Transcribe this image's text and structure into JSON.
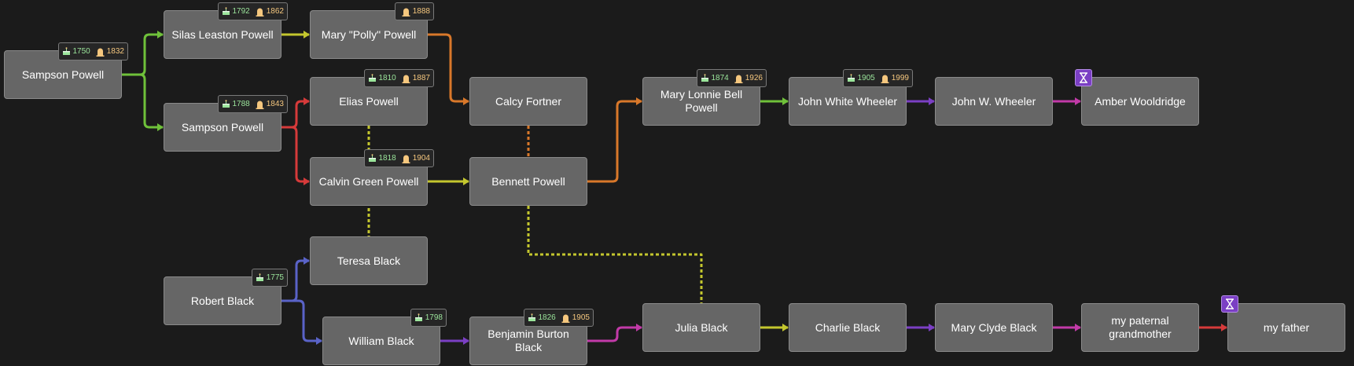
{
  "nodes": [
    {
      "id": "sampson1",
      "name": "Sampson Powell",
      "birth": "1750",
      "death": "1832"
    },
    {
      "id": "silas",
      "name": "Silas Leaston Powell",
      "birth": "1792",
      "death": "1862"
    },
    {
      "id": "mary_polly",
      "name": "Mary \"Polly\" Powell",
      "death": "1888"
    },
    {
      "id": "sampson2",
      "name": "Sampson Powell",
      "birth": "1788",
      "death": "1843"
    },
    {
      "id": "elias",
      "name": "Elias Powell",
      "birth": "1810",
      "death": "1887"
    },
    {
      "id": "calvin",
      "name": "Calvin Green Powell",
      "birth": "1818",
      "death": "1904"
    },
    {
      "id": "calcy",
      "name": "Calcy Fortner"
    },
    {
      "id": "bennett",
      "name": "Bennett Powell"
    },
    {
      "id": "mary_lonnie",
      "name": "Mary Lonnie Bell Powell",
      "birth": "1874",
      "death": "1926"
    },
    {
      "id": "john_white",
      "name": "John White Wheeler",
      "birth": "1905",
      "death": "1999"
    },
    {
      "id": "john_w",
      "name": "John W. Wheeler"
    },
    {
      "id": "amber",
      "name": "Amber Wooldridge",
      "living": true
    },
    {
      "id": "teresa",
      "name": "Teresa Black"
    },
    {
      "id": "robert",
      "name": "Robert Black",
      "birth": "1775"
    },
    {
      "id": "william",
      "name": "William Black",
      "birth": "1798"
    },
    {
      "id": "benjamin",
      "name": "Benjamin Burton Black",
      "birth": "1826",
      "death": "1905"
    },
    {
      "id": "julia",
      "name": "Julia Black"
    },
    {
      "id": "charlie",
      "name": "Charlie Black"
    },
    {
      "id": "mary_clyde",
      "name": "Mary Clyde Black"
    },
    {
      "id": "paternal_gm",
      "name": "my paternal grandmother"
    },
    {
      "id": "father",
      "name": "my father",
      "living": true
    }
  ],
  "edges": [
    {
      "from": "sampson1",
      "to": "silas",
      "color": "#6fc13a"
    },
    {
      "from": "sampson1",
      "to": "sampson2",
      "color": "#6fc13a"
    },
    {
      "from": "silas",
      "to": "mary_polly",
      "color": "#c4c72e"
    },
    {
      "from": "mary_polly",
      "to": "calcy",
      "color": "#d9782a"
    },
    {
      "from": "sampson2",
      "to": "elias",
      "color": "#d63a3a"
    },
    {
      "from": "sampson2",
      "to": "calvin",
      "color": "#d63a3a"
    },
    {
      "from": "calvin",
      "to": "bennett",
      "color": "#c4c72e"
    },
    {
      "from": "bennett",
      "to": "mary_lonnie",
      "color": "#d9782a"
    },
    {
      "from": "mary_lonnie",
      "to": "john_white",
      "color": "#6fc13a"
    },
    {
      "from": "john_white",
      "to": "john_w",
      "color": "#7b3fc4"
    },
    {
      "from": "john_w",
      "to": "amber",
      "color": "#c23aa8"
    },
    {
      "from": "robert",
      "to": "teresa",
      "color": "#5a63c8"
    },
    {
      "from": "robert",
      "to": "william",
      "color": "#5a63c8"
    },
    {
      "from": "william",
      "to": "benjamin",
      "color": "#7b3fc4"
    },
    {
      "from": "benjamin",
      "to": "julia",
      "color": "#c23aa8"
    },
    {
      "from": "julia",
      "to": "charlie",
      "color": "#c4c72e"
    },
    {
      "from": "charlie",
      "to": "mary_clyde",
      "color": "#7b3fc4"
    },
    {
      "from": "mary_clyde",
      "to": "paternal_gm",
      "color": "#c23aa8"
    },
    {
      "from": "paternal_gm",
      "to": "father",
      "color": "#d63a3a"
    }
  ],
  "marriages": [
    {
      "a": "elias",
      "b": "teresa",
      "color": "#c4c72e"
    },
    {
      "a": "calcy",
      "b": "bennett",
      "color": "#d9782a"
    },
    {
      "a": "bennett",
      "b": "julia",
      "color": "#c4c72e"
    }
  ]
}
